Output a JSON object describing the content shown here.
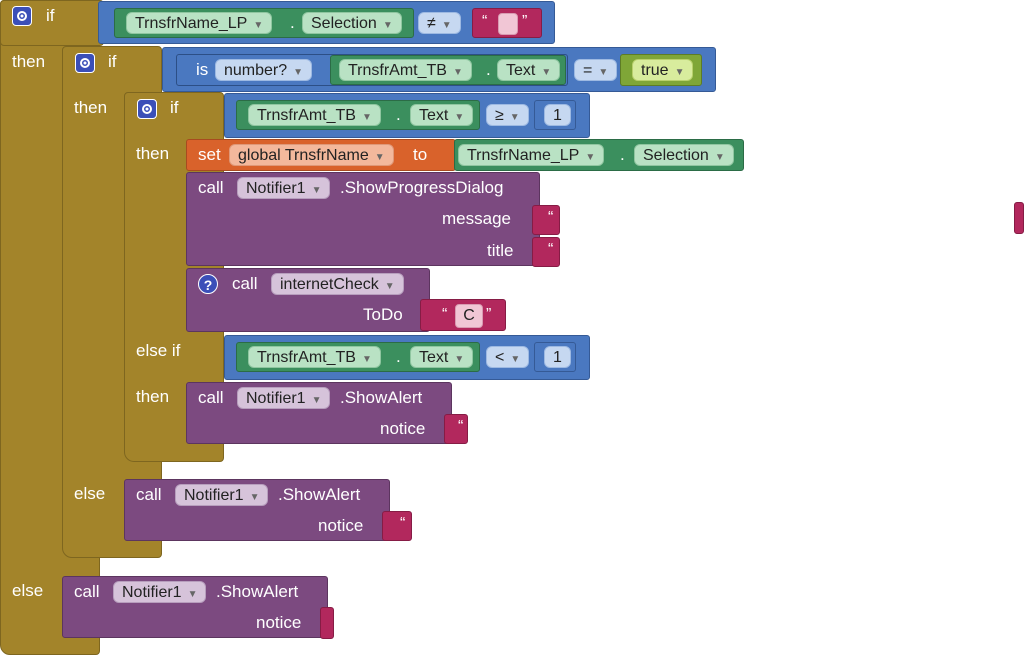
{
  "keywords": {
    "if": "if",
    "then": "then",
    "else": "else",
    "else_if": "else if",
    "set": "set",
    "to": "to",
    "call": "call",
    "is": "is"
  },
  "components": {
    "transfer_list": "TrnsfrName_LP",
    "transfer_amount": "TrnsfrAmt_TB",
    "notifier": "Notifier1"
  },
  "properties": {
    "selection": "Selection",
    "text": "Text"
  },
  "dot": ".",
  "operators": {
    "not_equal": "≠",
    "equal": "=",
    "gte": "≥",
    "lt": "<"
  },
  "values": {
    "number_check": "number?",
    "true_value": "true",
    "one": "1",
    "todo_code": "C"
  },
  "variable": "global TrnsfrName",
  "methods": {
    "show_progress": ".ShowProgressDialog",
    "show_alert": ".ShowAlert"
  },
  "procedure": "internetCheck",
  "params": {
    "message": "message",
    "title": "title",
    "notice": "notice",
    "todo": "ToDo"
  },
  "quote_open": "“",
  "quote_close": "”",
  "colors": {
    "control": "#a3842a",
    "logic": "#4a78c0",
    "component": "#3b8f5e",
    "procedure": "#7c4a80",
    "text": "#b2285d",
    "variable": "#d9622b",
    "boolean": "#7fa637"
  },
  "icons": [
    "gear-icon",
    "help-icon",
    "dropdown-arrow-icon"
  ]
}
